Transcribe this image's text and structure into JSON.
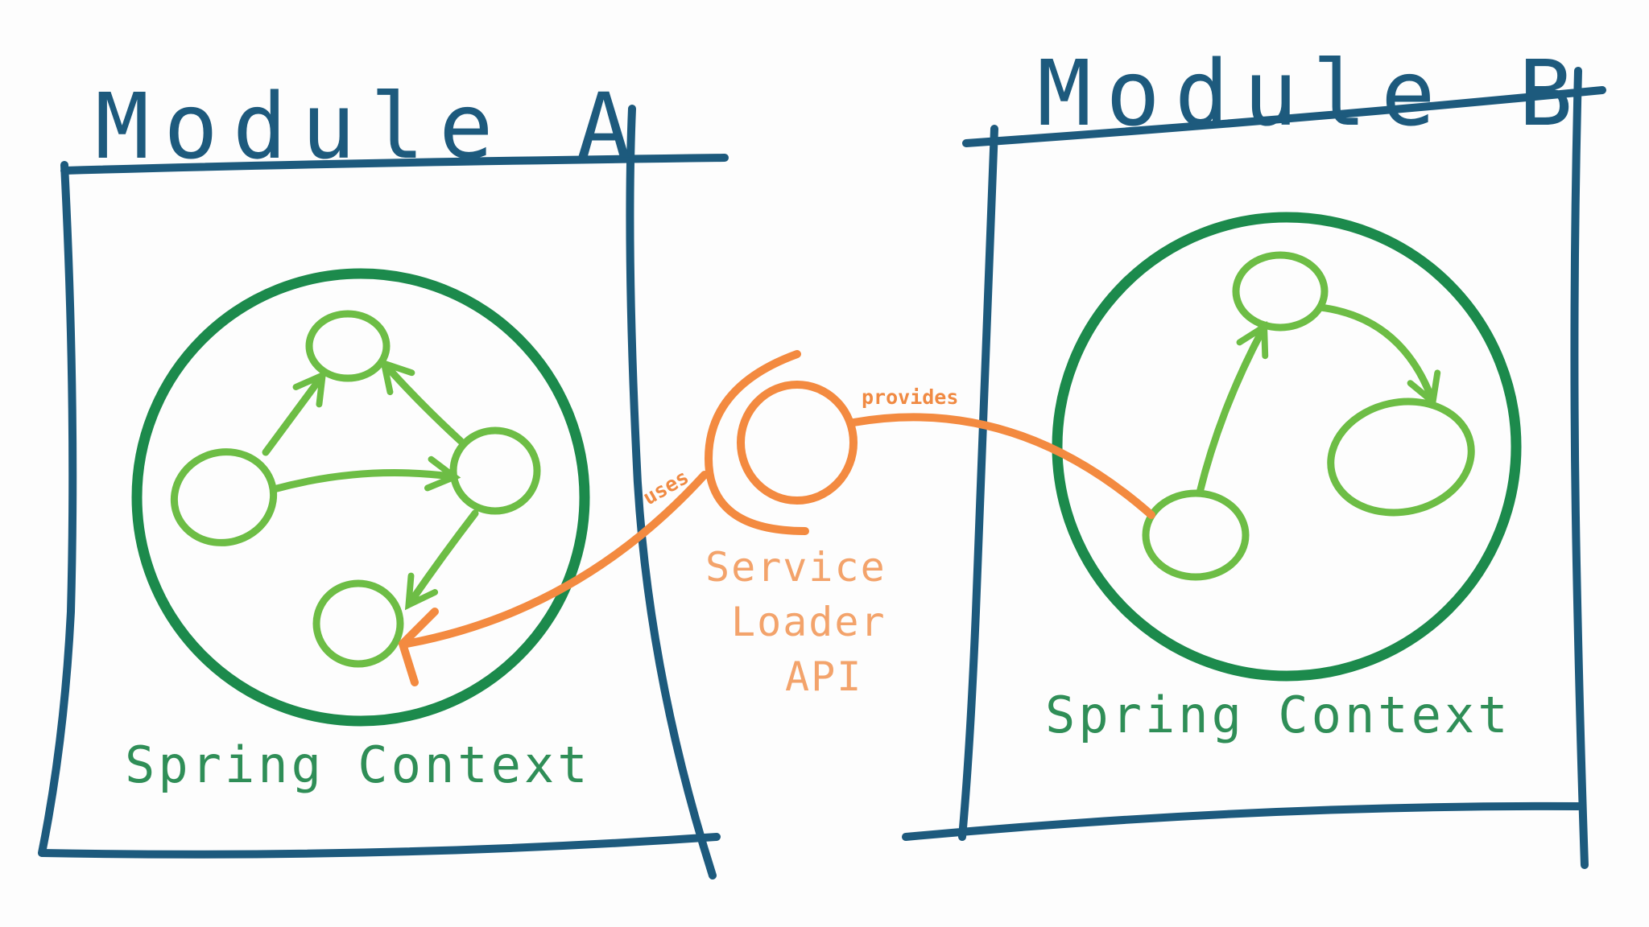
{
  "diagram": {
    "module_a": {
      "title": "Module A",
      "context_label": "Spring Context"
    },
    "module_b": {
      "title": "Module B",
      "context_label": "Spring Context"
    },
    "service_loader": {
      "line1": "Service",
      "line2": "Loader",
      "line3": "API",
      "uses_label": "uses",
      "provides_label": "provides"
    }
  },
  "colors": {
    "module_box": "#1d5a7d",
    "context_circle": "#1c8a4c",
    "bean": "#6dbd45",
    "context_text": "#2f8e57",
    "service_loader": "#f38a40",
    "service_text": "#f3a36b"
  }
}
